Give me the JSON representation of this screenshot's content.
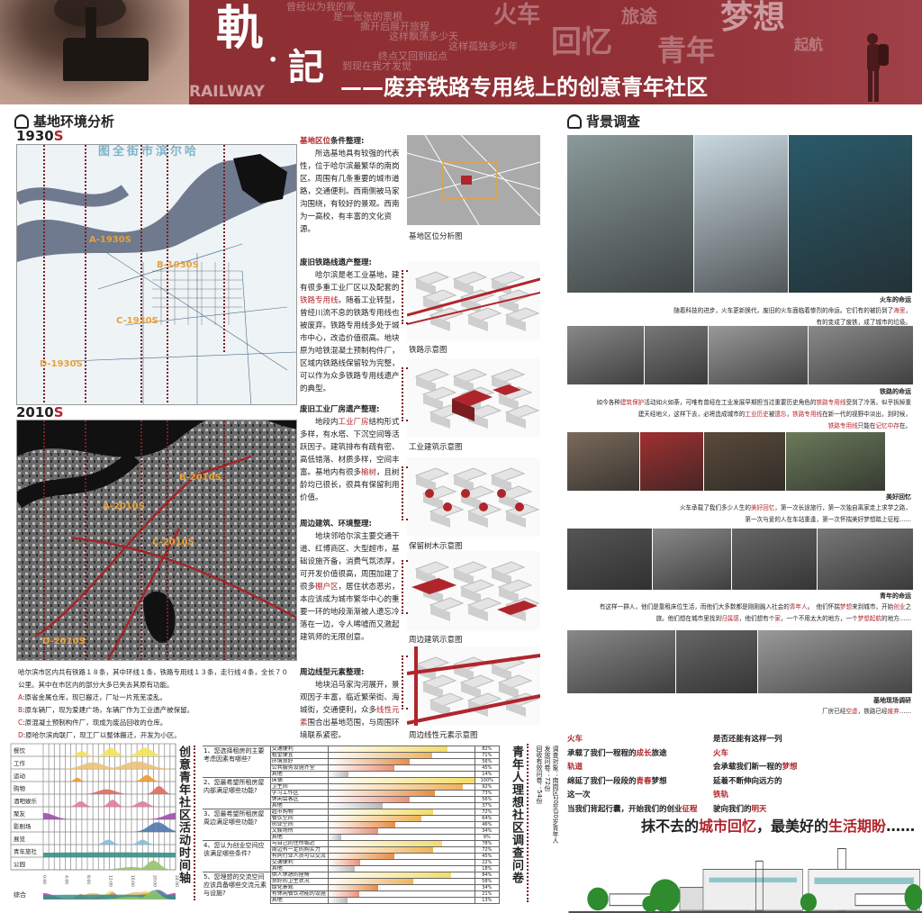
{
  "header": {
    "logo_chars": [
      "軌",
      "·",
      "記"
    ],
    "logo_latin": "RAILWAY",
    "subtitle": "——废弃铁路专用线上的创意青年社区",
    "lyrics": [
      "曾经以为我的家",
      "是一张张的票根",
      "撕开后展开旅程",
      "这样飘荡多少天",
      "这样孤独多少年",
      "终点又回到起点",
      "到现在我才发觉"
    ],
    "keywords": [
      "火车",
      "旅途",
      "回忆",
      "青年",
      "梦想",
      "起航"
    ],
    "accent_color": "#8e2f33"
  },
  "site_analysis": {
    "title": "基地环境分析",
    "era_1930": {
      "num": "1930",
      "suffix": "S",
      "map_title": "图全街市滨尔哈",
      "labels": [
        "A-1930S",
        "B-1930S",
        "C-1930S",
        "D-1930S"
      ]
    },
    "era_2010": {
      "num": "2010",
      "suffix": "S",
      "labels": [
        "A-2010S",
        "B-2010S",
        "C-2010S",
        "D-2010S"
      ]
    },
    "notes": [
      {
        "prefix": "",
        "text": "哈尔滨市区内共有铁路１８条，其中环线１条，铁路专用线１３条，走行线４条，全长７０公里。其中在市区内的部分大多已失去其原有功能。"
      },
      {
        "prefix": "A",
        "text": ":原省金属仓库，现已搬迁，厂址一片荒芜凌乱。"
      },
      {
        "prefix": "B",
        "text": ":原车辆厂，现为爱建广场，车辆厂作为工业遗产被保留。"
      },
      {
        "prefix": "C",
        "text": ":原混凝土预制构件厂，现成为废品回收的仓库。"
      },
      {
        "prefix": "D",
        "text": ":原哈尔滨肉联厂，现工厂以整体搬迁，开发为小区。"
      }
    ]
  },
  "mid": {
    "sections": [
      {
        "heading": [
          {
            "t": "基地区位",
            "hl": true
          },
          {
            "t": "条件整理:"
          }
        ],
        "body": [
          {
            "t": "所选基地具有较强的代表性，位于哈尔滨最繁华的南岗区。周围有几条重要的城市道路，交通便利。西南侧被马家沟围绕，有较好的景观。西南为一高校，有丰富的文化资源。"
          }
        ],
        "caption": "基地区位分析图"
      },
      {
        "heading": [
          {
            "t": "废旧铁路线遗产整理:"
          }
        ],
        "body": [
          {
            "t": "哈尔滨是老工业基地，建有很多重工业厂区以及配套的"
          },
          {
            "t": "铁路专用线",
            "hl": true
          },
          {
            "t": "。随着工业转型，曾经川流不息的铁路专用线也被废弃。铁路专用线多处于城市中心，改造价值很高。地块原为哈铁混凝土预制构件厂，区域内铁路线保留较为完整，可以作为众多铁路专用线遗产的典型。"
          }
        ],
        "caption": "铁路示意图"
      },
      {
        "heading": [
          {
            "t": "废旧工业厂房遗产整理:"
          }
        ],
        "body": [
          {
            "t": "地段内"
          },
          {
            "t": "工业厂房",
            "hl": true
          },
          {
            "t": "结构形式多样，有水塔、下沉空间等活跃因子。建筑排布有疏有密、高低错落、材质多样，空间丰富。基地内有很多"
          },
          {
            "t": "榆树",
            "hl": true
          },
          {
            "t": "，且树龄均已很长，很具有保留利用价值。"
          }
        ],
        "caption": "工业建筑示意图"
      },
      {
        "heading": [],
        "body": [],
        "caption": "保留树木示意图"
      },
      {
        "heading": [
          {
            "t": "周边建筑、环境整理:"
          }
        ],
        "body": [
          {
            "t": "地块邻哈尔滨主要交通干道、红博商区、大型超市，基础设施齐备，消费气氛浓厚，可开发价值很高，周围加建了很多"
          },
          {
            "t": "棚户区",
            "hl": true
          },
          {
            "t": "，居住状态恶劣，本应该成为城市繁华中心的重要一环的地段渐渐被人遗忘冷落在一边，令人唏嘘而又激起建筑师的无限创意。"
          }
        ],
        "caption": "周边建筑示意图"
      },
      {
        "heading": [
          {
            "t": "周边线型元素整理:"
          }
        ],
        "body": [
          {
            "t": "地块沿马家沟河展开，景观因子丰富，临近繁荣街、海城街，交通便利，众多"
          },
          {
            "t": "线性元素",
            "hl": true
          },
          {
            "t": "围合出基地范围，与周围环境联系紧密。"
          }
        ],
        "caption": "周边线性元素示意图"
      }
    ]
  },
  "background": {
    "title": "背景调查",
    "blocks": [
      {
        "caption": "火车的命运",
        "lines": [
          [
            {
              "t": "随着科技的进步，火车更新换代，废旧的火车面临着惨烈的命运。它们有的被扔到了"
            },
            {
              "t": "海里",
              "hl": true
            },
            {
              "t": "，"
            }
          ],
          [
            {
              "t": "有的变成了废铁，成了城市的垃圾。"
            }
          ]
        ]
      },
      {
        "caption": "铁路的命运",
        "lines": [
          [
            {
              "t": "如今各种"
            },
            {
              "t": "建筑保护",
              "hl": true
            },
            {
              "t": "活动如火如荼，可唯有曾经在工业发展早期担当过重要历史角色的"
            },
            {
              "t": "铁路专用线",
              "hl": true
            },
            {
              "t": "受到了冷落，似乎拆掉重"
            }
          ],
          [
            {
              "t": "建天经地义，这样下去，必将造成城市的"
            },
            {
              "t": "工业历史",
              "hl": true
            },
            {
              "t": "被"
            },
            {
              "t": "遗忘",
              "hl": true
            },
            {
              "t": "，"
            },
            {
              "t": "铁路专用线",
              "hl": true
            },
            {
              "t": "在新一代的视野中淡出，到时候，"
            }
          ],
          [
            {
              "t": "铁路专用线",
              "hl": true
            },
            {
              "t": "只能在"
            },
            {
              "t": "记忆中存",
              "hl": true
            },
            {
              "t": "在。"
            }
          ]
        ]
      },
      {
        "caption": "美好回忆",
        "lines": [
          [
            {
              "t": "火车承载了我们多少人生的"
            },
            {
              "t": "美好回忆",
              "hl": true
            },
            {
              "t": "，第一次长途旅行，第一次独自离家走上求学之路，"
            }
          ],
          [
            {
              "t": "第一次与爱的人在车站重逢，第一次怀揣美好梦想踏上征程……"
            }
          ]
        ]
      },
      {
        "caption": "青年的命运",
        "lines": [
          [
            {
              "t": "有这样一群人，他们是靠租床位生活，而他们大多数都是刚刚融入社会的"
            },
            {
              "t": "青年人",
              "hl": true
            },
            {
              "t": "。　他们怀揣"
            },
            {
              "t": "梦想",
              "hl": true
            },
            {
              "t": "来到城市，开始"
            },
            {
              "t": "创业",
              "hl": true
            },
            {
              "t": "之"
            }
          ],
          [
            {
              "t": "旅。他们想在城市里找到"
            },
            {
              "t": "归属感",
              "hl": true
            },
            {
              "t": "，他们想有个"
            },
            {
              "t": "家",
              "hl": true
            },
            {
              "t": "，一个不用太大的地方，一个"
            },
            {
              "t": "梦想起航",
              "hl": true
            },
            {
              "t": "的地方……"
            }
          ]
        ]
      },
      {
        "caption": "基地现场调研",
        "lines": [
          [
            {
              "t": "厂房已经"
            },
            {
              "t": "空虚",
              "hl": true
            },
            {
              "t": "，铁路已经"
            },
            {
              "t": "废弃",
              "hl": true
            },
            {
              "t": "……"
            }
          ]
        ]
      }
    ]
  },
  "timeline": {
    "title": "创意青年社区活动时间轴",
    "total_label": "综合",
    "chart_data": {
      "type": "area",
      "x_unit": "hour",
      "xlim": [
        0,
        24
      ],
      "x_ticks": [
        "0:00",
        "4:00",
        "8:00",
        "12:00",
        "16:00",
        "20:00",
        "24:00"
      ],
      "grid": true,
      "series": [
        {
          "name": "餐饮",
          "color": "#f3e25a",
          "peaks": [
            {
              "hour": 7,
              "width": 1.2,
              "level": 0.5
            },
            {
              "hour": 12.3,
              "width": 1.4,
              "level": 0.8
            },
            {
              "hour": 18.5,
              "width": 1.8,
              "level": 0.8
            }
          ]
        },
        {
          "name": "工作",
          "color": "#e9c27a",
          "peaks": [
            {
              "hour": 9,
              "width": 2.8,
              "level": 0.6
            },
            {
              "hour": 17,
              "width": 3.2,
              "level": 0.7
            }
          ]
        },
        {
          "name": "运动",
          "color": "#ef9a2c",
          "peaks": [
            {
              "hour": 6.2,
              "width": 0.8,
              "level": 0.35
            },
            {
              "hour": 18.8,
              "width": 1.2,
              "level": 0.6
            }
          ]
        },
        {
          "name": "购物",
          "color": "#e06a5e",
          "peaks": [
            {
              "hour": 11.5,
              "width": 2.2,
              "level": 0.45
            },
            {
              "hour": 21,
              "width": 1.2,
              "level": 0.75
            }
          ]
        },
        {
          "name": "酒吧娱乐",
          "color": "#e07aa2",
          "peaks": [
            {
              "hour": 6.8,
              "width": 1.1,
              "level": 0.5
            },
            {
              "hour": 12.6,
              "width": 1.1,
              "level": 0.65
            },
            {
              "hour": 18,
              "width": 1.4,
              "level": 0.5
            }
          ]
        },
        {
          "name": "聚友",
          "color": "#9a4fa6",
          "peaks": [
            {
              "hour": 0,
              "width": 2.6,
              "level": 0.6
            },
            {
              "hour": 24,
              "width": 2.6,
              "level": 0.6
            }
          ]
        },
        {
          "name": "影剧场",
          "color": "#4f78ad",
          "peaks": [
            {
              "hour": 20.7,
              "width": 2.2,
              "level": 0.9
            }
          ]
        },
        {
          "name": "展览",
          "color": "#86bcd6",
          "peaks": [
            {
              "hour": 11.8,
              "width": 1.2,
              "level": 0.45
            },
            {
              "hour": 18,
              "width": 1.2,
              "level": 0.45
            }
          ]
        },
        {
          "name": "青年旅社",
          "color": "#3b8e86",
          "peaks": [
            {
              "hour": 12,
              "width": 40,
              "level": 0.45
            }
          ]
        },
        {
          "name": "公园",
          "color": "#93c46b",
          "peaks": [
            {
              "hour": 20,
              "width": 1.6,
              "level": 0.85
            },
            {
              "hour": 16,
              "width": 3.2,
              "level": 0.25
            }
          ]
        }
      ]
    }
  },
  "survey": {
    "title": "青年人理想社区调查问卷",
    "info": [
      "调查对象：南岗区20至30岁青年人",
      "发放问卷：72份",
      "回收有效问卷：54份"
    ],
    "chart_data": {
      "type": "bar",
      "orientation": "horizontal",
      "xlim": [
        0,
        100
      ],
      "unit": "%",
      "bar_colors": [
        "#f3dc6a",
        "#eeb35a",
        "#e98d45",
        "#ec8f78",
        "#b8b8b8"
      ],
      "questions": [
        {
          "question": "1、您选择租房的主要考虑因素有哪些?",
          "options": [
            "交通便利",
            "租金便宜",
            "环境良好",
            "公共服务设施齐全",
            "其他"
          ],
          "values": [
            82,
            71,
            56,
            45,
            14
          ]
        },
        {
          "question": "2、您最希望所租房屋内部满足哪些功能?",
          "options": [
            "床铺",
            "卫生间",
            "学习工作区",
            "休闲会客区",
            "其他"
          ],
          "values": [
            100,
            92,
            73,
            56,
            37
          ]
        },
        {
          "question": "3、您最希望所租房屋周边满足哪些功能?",
          "options": [
            "超市购物",
            "餐饮空间",
            "创业空间",
            "文娱场所",
            "其他"
          ],
          "values": [
            72,
            64,
            46,
            34,
            9
          ]
        },
        {
          "question": "4、您认为创业空间应该满足哪些条件?",
          "options": [
            "与自己的住所临近",
            "周边有一定的购买力",
            "有同行业人员可以交流",
            "交通便利",
            "其他"
          ],
          "values": [
            78,
            72,
            45,
            22,
            18
          ]
        },
        {
          "question": "5、您理想的交流空间应该具备哪些交流元素与设施?",
          "options": [
            "供人休憩的座椅",
            "良好的卫生状况",
            "绿化景观",
            "有休闲餐饮功能的设施",
            "其他"
          ],
          "values": [
            84,
            58,
            34,
            21,
            13
          ]
        }
      ]
    }
  },
  "poem": {
    "left": [
      [
        {
          "t": "火车",
          "hl": true
        }
      ],
      [
        {
          "t": "承载了我们一程程的"
        },
        {
          "t": "成长",
          "hl": true
        },
        {
          "t": "旅途"
        }
      ],
      [
        {
          "t": "轨道",
          "hl": true
        }
      ],
      [
        {
          "t": "绵延了我们一段段的"
        },
        {
          "t": "青春",
          "hl": true
        },
        {
          "t": "梦想"
        }
      ],
      [
        {
          "t": "这一次"
        }
      ],
      [
        {
          "t": "当我们背起行囊，开始我们的创业"
        },
        {
          "t": "征程",
          "hl": true
        }
      ]
    ],
    "right": [
      [
        {
          "t": "是否还能有这样一列"
        }
      ],
      [
        {
          "t": "火车",
          "hl": true
        }
      ],
      [
        {
          "t": "会承载我们新一程的"
        },
        {
          "t": "梦想",
          "hl": true
        }
      ],
      [
        {
          "t": "延着不断伸向远方的"
        }
      ],
      [
        {
          "t": "铁轨",
          "hl": true
        }
      ],
      [
        {
          "t": "驶向我们的"
        },
        {
          "t": "明天",
          "hl": true
        }
      ]
    ],
    "slogan": [
      {
        "t": "抹不去的"
      },
      {
        "t": "城市回忆",
        "hl": true
      },
      {
        "t": "，最美好的"
      },
      {
        "t": "生活期盼",
        "hl": true
      },
      {
        "t": "……"
      }
    ]
  }
}
